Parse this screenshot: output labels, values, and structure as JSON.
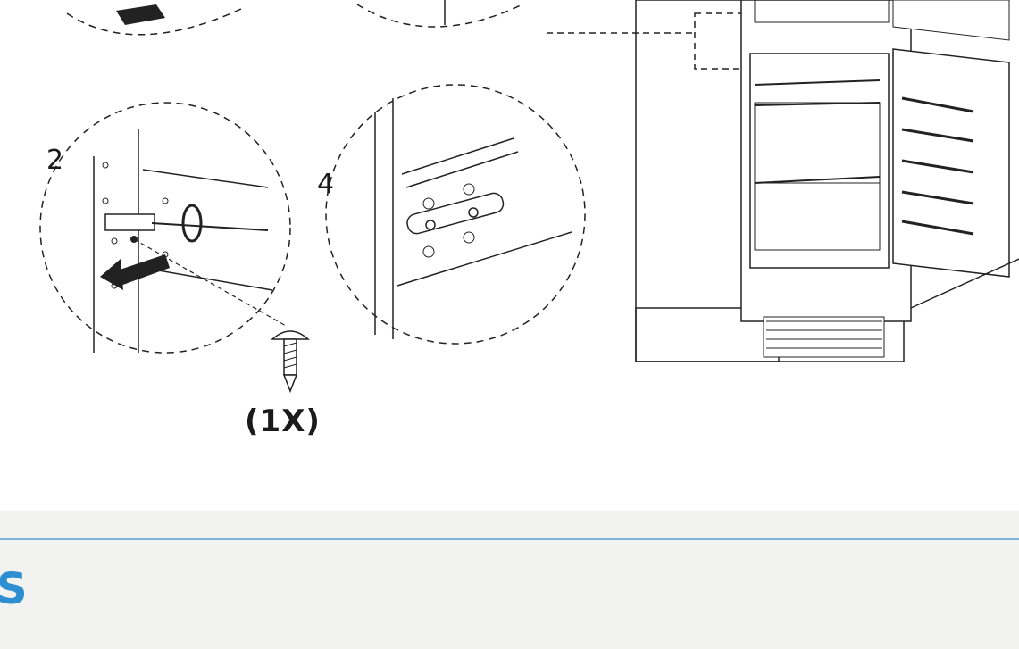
{
  "steps": {
    "step2": "2",
    "step4": "4"
  },
  "screw": {
    "quantity": "(1X)"
  },
  "footer": {
    "heading_fragment": "S",
    "rule_color": "#7fb6d9",
    "heading_color": "#2d8ed1"
  }
}
